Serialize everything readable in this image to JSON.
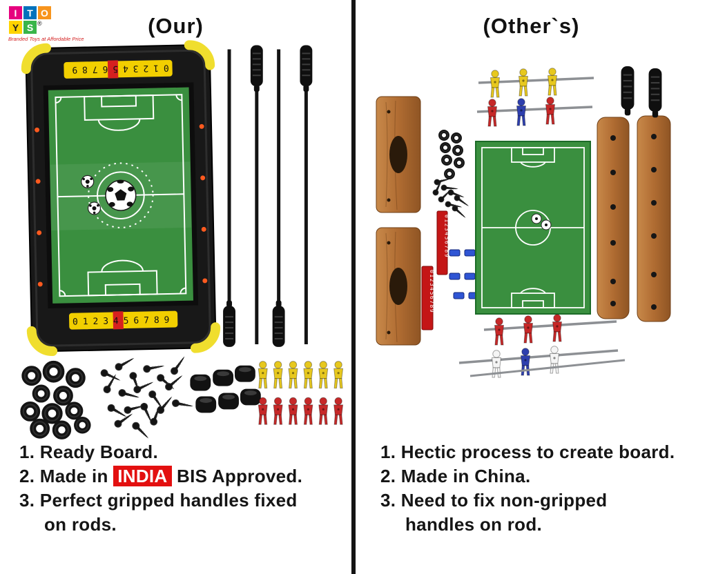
{
  "colors": {
    "field-green": "#3a8f3f",
    "corner-yellow": "#f0de2e",
    "counter-yellow": "#f2cf00",
    "counter-red": "#d62020",
    "india-bg": "#e31010",
    "india-text": "#ffffff",
    "player-yellow": "#e7c81e",
    "player-red": "#c62828",
    "player-blue": "#2e3fae",
    "player-white": "#f5f5f5",
    "rod-grey": "#8d9094",
    "part-blue": "#2f55d4",
    "strip-red": "#c41616",
    "ink": "#151515"
  },
  "logo": {
    "letters": [
      {
        "ch": "I",
        "bg": "#e6007e",
        "fg": "#ffffff"
      },
      {
        "ch": "T",
        "bg": "#0072bc",
        "fg": "#ffffff"
      },
      {
        "ch": "O",
        "bg": "#f7941d",
        "fg": "#ffffff"
      },
      {
        "ch": "Y",
        "bg": "#ffd400",
        "fg": "#222222"
      },
      {
        "ch": "S",
        "bg": "#39b54a",
        "fg": "#ffffff"
      }
    ],
    "reg": "®",
    "tagline": "Branded Toys at Affordable Price"
  },
  "left": {
    "title": "(Our)",
    "board": {
      "score_digits": "0123456789"
    },
    "points": [
      {
        "lines": [
          "1. Ready Board."
        ]
      },
      {
        "prefix": "2. Made in ",
        "highlight": "INDIA",
        "suffix": " BIS Approved."
      },
      {
        "lines": [
          "3. Perfect gripped handles fixed",
          "on rods."
        ]
      }
    ]
  },
  "right": {
    "title": "(Other`s)",
    "strip_digits": "0123456789",
    "points": [
      {
        "lines": [
          "1. Hectic process to create board."
        ]
      },
      {
        "lines": [
          "2. Made in China."
        ]
      },
      {
        "lines": [
          "3. Need to fix non-gripped",
          "handles on rod."
        ]
      }
    ]
  }
}
